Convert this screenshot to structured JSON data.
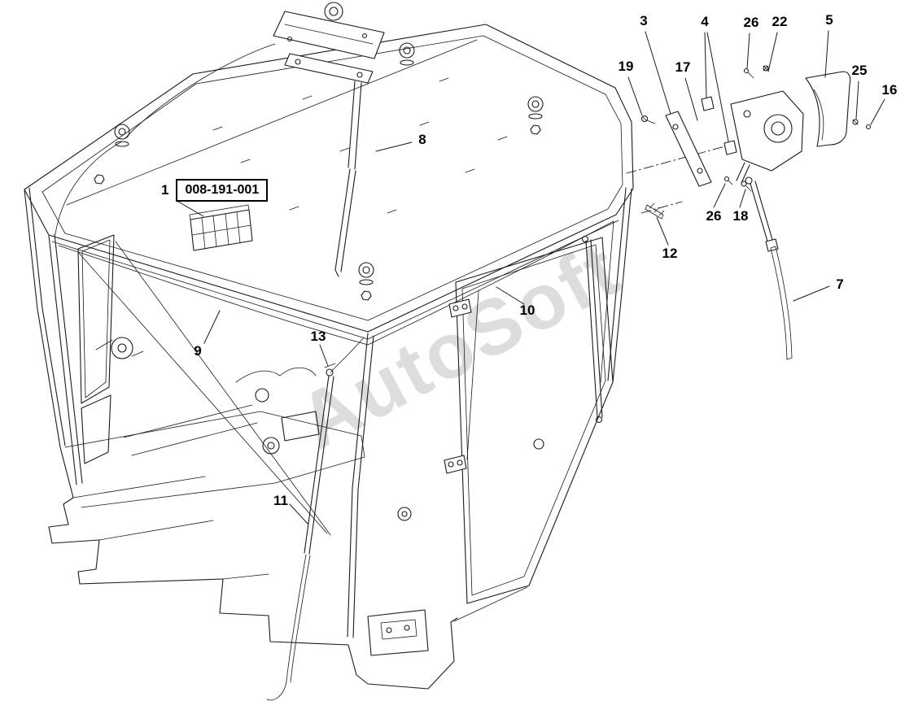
{
  "watermark": {
    "text": "AutoSoft"
  },
  "part_label": {
    "callout": "1",
    "part_number": "008-191-001"
  },
  "callouts": [
    {
      "label": "3"
    },
    {
      "label": "4"
    },
    {
      "label": "26"
    },
    {
      "label": "22"
    },
    {
      "label": "5"
    },
    {
      "label": "19"
    },
    {
      "label": "17"
    },
    {
      "label": "25"
    },
    {
      "label": "16"
    },
    {
      "label": "8"
    },
    {
      "label": "26"
    },
    {
      "label": "18"
    },
    {
      "label": "12"
    },
    {
      "label": "7"
    },
    {
      "label": "10"
    },
    {
      "label": "13"
    },
    {
      "label": "9"
    },
    {
      "label": "11"
    }
  ],
  "colors": {
    "line": "#1a1a1a",
    "watermark": "#c7c7c7",
    "background": "#ffffff"
  }
}
